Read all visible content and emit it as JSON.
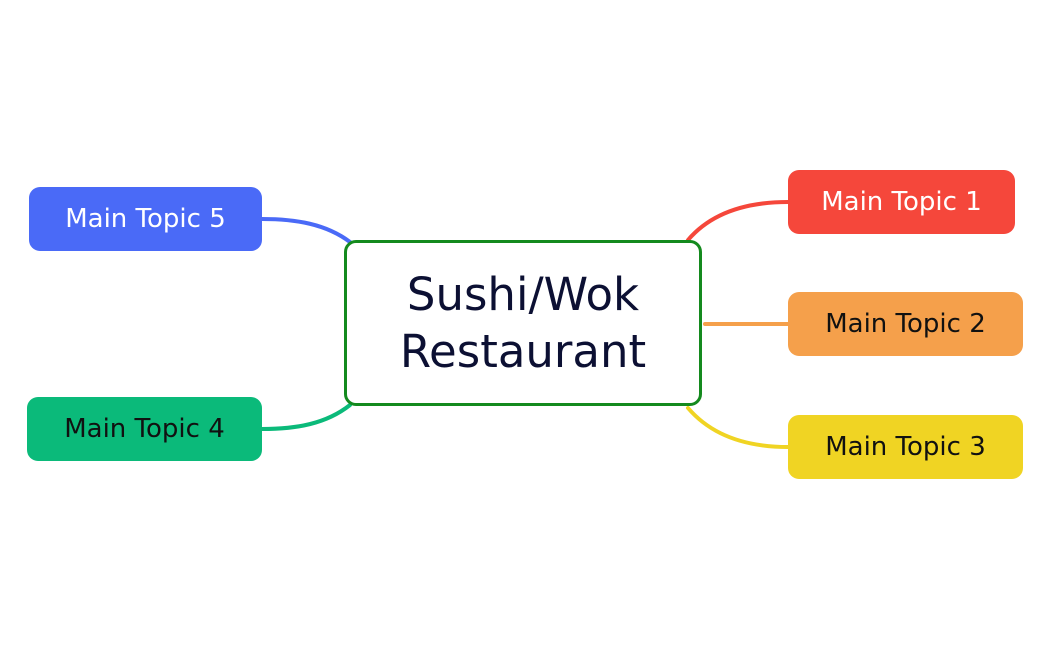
{
  "mind_map": {
    "central": {
      "label": "Sushi/Wok\nRestaurant",
      "border_color": "#148a1e"
    },
    "topics": [
      {
        "id": "topic-1",
        "label": "Main Topic 1",
        "color": "#f5473b",
        "text_color": "#ffffff"
      },
      {
        "id": "topic-2",
        "label": "Main Topic 2",
        "color": "#f5a04b",
        "text_color": "#111111"
      },
      {
        "id": "topic-3",
        "label": "Main Topic 3",
        "color": "#f0d423",
        "text_color": "#111111"
      },
      {
        "id": "topic-4",
        "label": "Main Topic 4",
        "color": "#0bba7a",
        "text_color": "#111111"
      },
      {
        "id": "topic-5",
        "label": "Main Topic 5",
        "color": "#4a6af7",
        "text_color": "#ffffff"
      }
    ]
  }
}
